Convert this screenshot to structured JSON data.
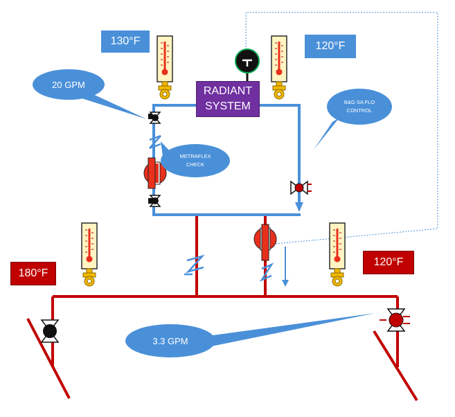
{
  "labels": {
    "temp_top_left": "130°F",
    "temp_top_right": "120°F",
    "temp_bottom_left": "180°F",
    "temp_bottom_right": "120°F",
    "radiant_line1": "RADIANT",
    "radiant_line2": "SYSTEM"
  },
  "callouts": {
    "flow_top": "20 GPM",
    "metraflex_line1": "METRAFLEX",
    "metraflex_line2": "CHECK",
    "bg_line1": "B&G SA FLO",
    "bg_line2": "CONTROL",
    "flow_bottom": "3.3 GPM"
  },
  "colors": {
    "secondary_loop": "#4a90d9",
    "primary_loop": "#c00000",
    "pump": "#e8301c",
    "bubble": "#4a90d9",
    "radiant_box": "#7030a0",
    "thermometer_case": "#fff4c2",
    "thermometer_gauge": "#f2b700"
  }
}
